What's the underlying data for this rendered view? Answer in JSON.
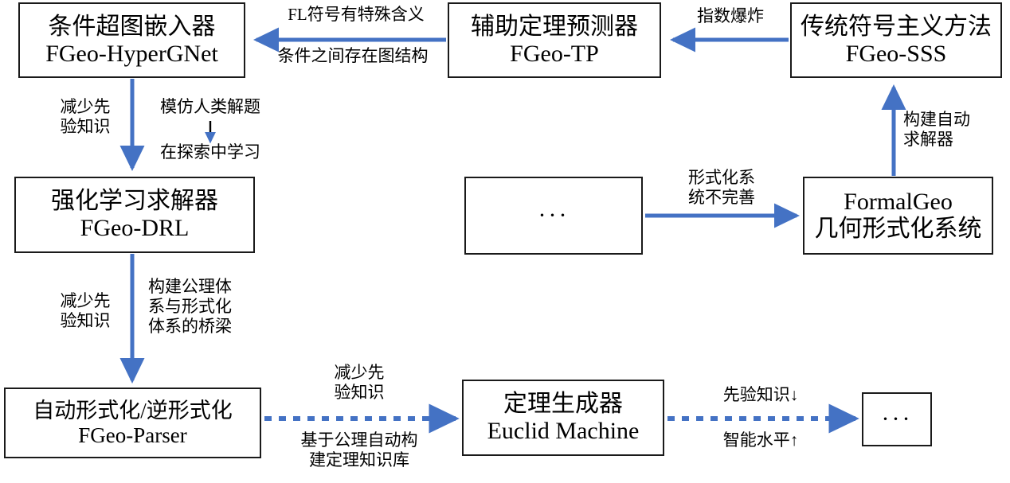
{
  "diagram": {
    "title": "FormalGeo ecosystem relation diagram",
    "colors": {
      "arrow_blue": "#4472C4",
      "box_border": "#1a1a1a",
      "text": "#000000",
      "background": "#ffffff"
    },
    "nodes": [
      {
        "id": "hypergnet",
        "line1": "条件超图嵌入器",
        "line2": "FGeo-HyperGNet"
      },
      {
        "id": "tp",
        "line1": "辅助定理预测器",
        "line2": "FGeo-TP"
      },
      {
        "id": "sss",
        "line1": "传统符号主义方法",
        "line2": "FGeo-SSS"
      },
      {
        "id": "drl",
        "line1": "强化学习求解器",
        "line2": "FGeo-DRL"
      },
      {
        "id": "dots_mid",
        "line1": "···",
        "line2": ""
      },
      {
        "id": "formalgeo",
        "line1": "FormalGeo",
        "line2": "几何形式化系统"
      },
      {
        "id": "parser",
        "line1": "自动形式化/逆形式化",
        "line2": "FGeo-Parser"
      },
      {
        "id": "euclid",
        "line1": "定理生成器",
        "line2": "Euclid Machine"
      },
      {
        "id": "dots_end",
        "line1": "···",
        "line2": ""
      }
    ],
    "edge_labels": {
      "sss_to_tp": "指数爆炸",
      "tp_to_hypergnet_top": "FL符号有特殊含义",
      "tp_to_hypergnet_bottom": "条件之间存在图结构",
      "hypergnet_down_left_l1": "减少先",
      "hypergnet_down_left_l2": "验知识",
      "hypergnet_down_right_l1": "模仿人类解题",
      "hypergnet_down_right_arrow": "↓",
      "hypergnet_down_right_l2": "在探索中学习",
      "sss_up_l1": "构建自动",
      "sss_up_l2": "求解器",
      "dots_to_formalgeo_l1": "形式化系",
      "dots_to_formalgeo_l2": "统不完善",
      "drl_down_left_l1": "减少先",
      "drl_down_left_l2": "验知识",
      "drl_down_right_l1": "构建公理体",
      "drl_down_right_l2": "系与形式化",
      "drl_down_right_l3": "体系的桥梁",
      "parser_to_euclid_top_l1": "减少先",
      "parser_to_euclid_top_l2": "验知识",
      "parser_to_euclid_bottom_l1": "基于公理自动构",
      "parser_to_euclid_bottom_l2": "建定理知识库",
      "euclid_to_dots_top": "先验知识↓",
      "euclid_to_dots_bottom": "智能水平↑"
    }
  }
}
